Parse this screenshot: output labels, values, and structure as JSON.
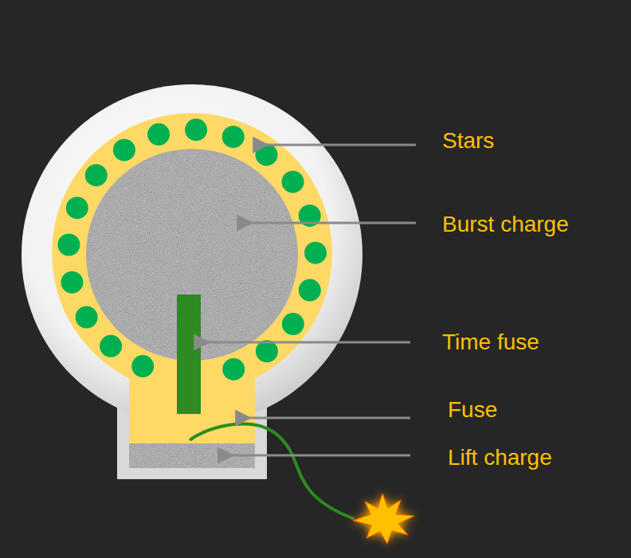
{
  "diagram": {
    "labels": [
      "Stars",
      "Burst charge",
      "Time fuse",
      "Fuse",
      "Lift charge"
    ]
  }
}
